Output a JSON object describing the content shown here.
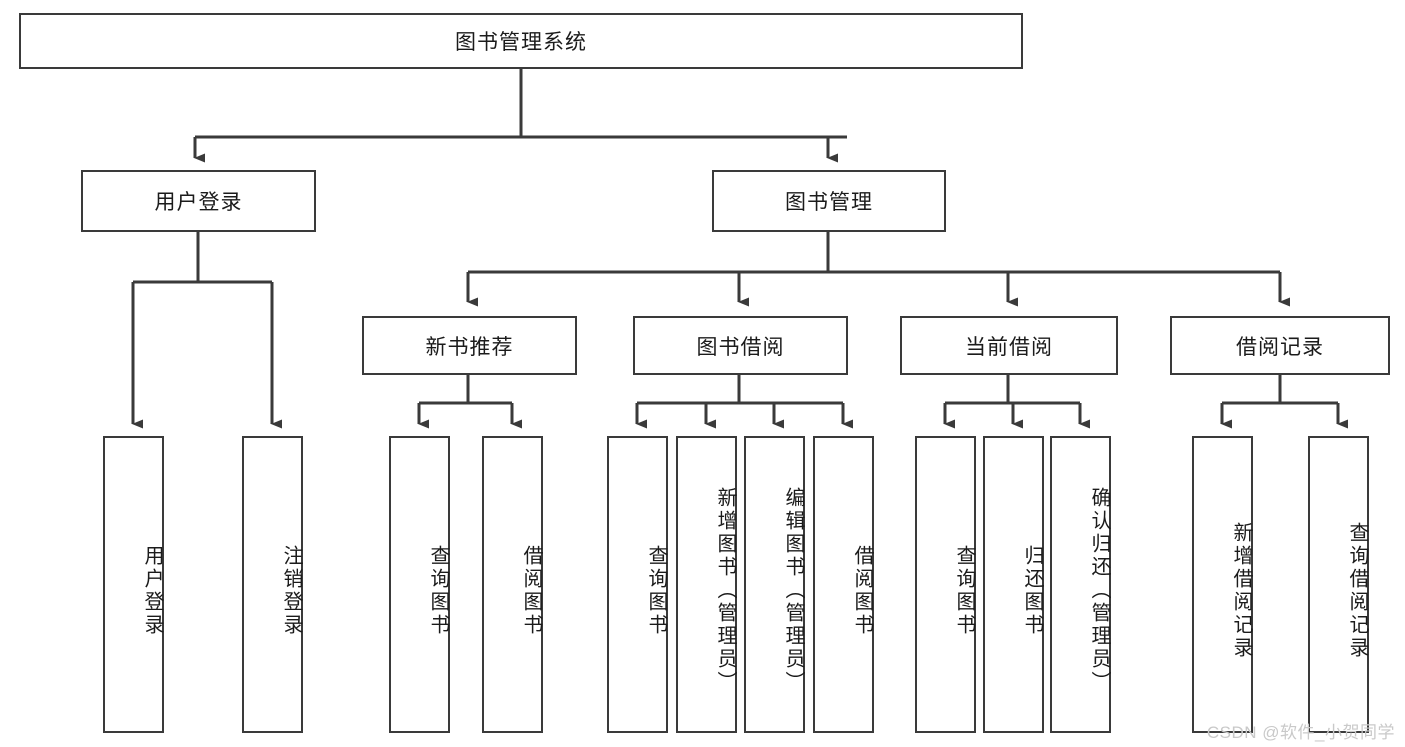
{
  "diagram": {
    "title": "图书管理系统",
    "type": "tree-hierarchy",
    "root": {
      "label": "图书管理系统"
    },
    "level2": [
      {
        "label": "用户登录"
      },
      {
        "label": "图书管理"
      }
    ],
    "level3": [
      {
        "label": "新书推荐"
      },
      {
        "label": "图书借阅"
      },
      {
        "label": "当前借阅"
      },
      {
        "label": "借阅记录"
      }
    ],
    "leaves": {
      "user_login": [
        {
          "label": "用户登录"
        },
        {
          "label": "注销登录"
        }
      ],
      "new_book_recommend": [
        {
          "label": "查询图书"
        },
        {
          "label": "借阅图书"
        }
      ],
      "book_borrow": [
        {
          "label": "查询图书"
        },
        {
          "label": "新增图书（管理员）"
        },
        {
          "label": "编辑图书（管理员）"
        },
        {
          "label": "借阅图书"
        }
      ],
      "current_borrow": [
        {
          "label": "查询图书"
        },
        {
          "label": "归还图书"
        },
        {
          "label": "确认归还（管理员）"
        }
      ],
      "borrow_record": [
        {
          "label": "新增借阅记录"
        },
        {
          "label": "查询借阅记录"
        }
      ]
    }
  },
  "watermark": {
    "text": "CSDN @软件_小贺同学"
  },
  "colors": {
    "stroke": "#3a3a3a",
    "fill": "#ffffff",
    "text": "#1b1b1b",
    "watermark": "#c9c9c9"
  }
}
